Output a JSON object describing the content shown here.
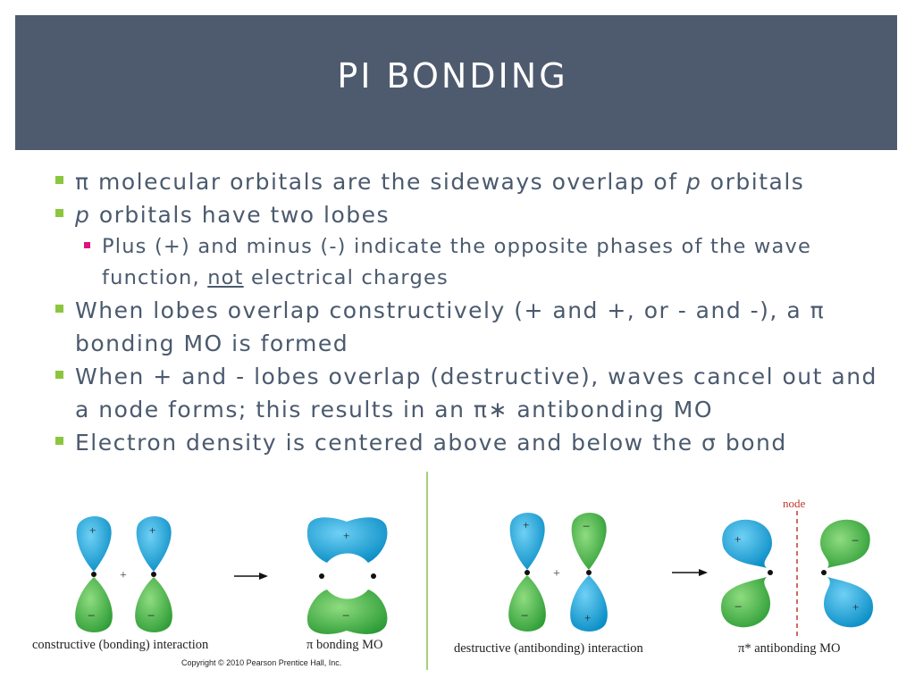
{
  "title": "Pi Bonding",
  "bullets": {
    "b1": {
      "symbol": "π",
      "text": " molecular orbitals are the sideways overlap of ",
      "italic": "p",
      "tail": " orbitals"
    },
    "b2": {
      "italic": "p",
      "text": " orbitals have two lobes"
    },
    "b2_sub": {
      "text": "Plus (+) and minus (-) indicate the opposite phases of the wave function, ",
      "underlined": "not",
      "tail": " electrical charges"
    },
    "b3": {
      "text": "When lobes overlap constructively (+ and +, or - and -), a ",
      "symbol": "π",
      "tail": " bonding MO is formed"
    },
    "b4": {
      "text": "When + and - lobes overlap (destructive), waves cancel out and a node forms; this results in an ",
      "symbol": "π∗",
      "tail": " antibonding MO"
    },
    "b5": {
      "text": "Electron density is centered above and below the ",
      "symbol": "σ",
      "tail": " bond"
    }
  },
  "figure": {
    "constructive_caption": "constructive (bonding) interaction",
    "bonding_caption": "π bonding MO",
    "destructive_caption": "destructive (antibonding) interaction",
    "antibonding_caption": "π* antibonding MO",
    "node_label": "node",
    "copyright": "Copyright © 2010 Pearson Prentice Hall, Inc.",
    "plus": "+",
    "minus": "−",
    "colors": {
      "blue": "#1fa6dc",
      "green": "#47b848",
      "node": "#c0392b",
      "divider": "#a8cf7a"
    }
  }
}
